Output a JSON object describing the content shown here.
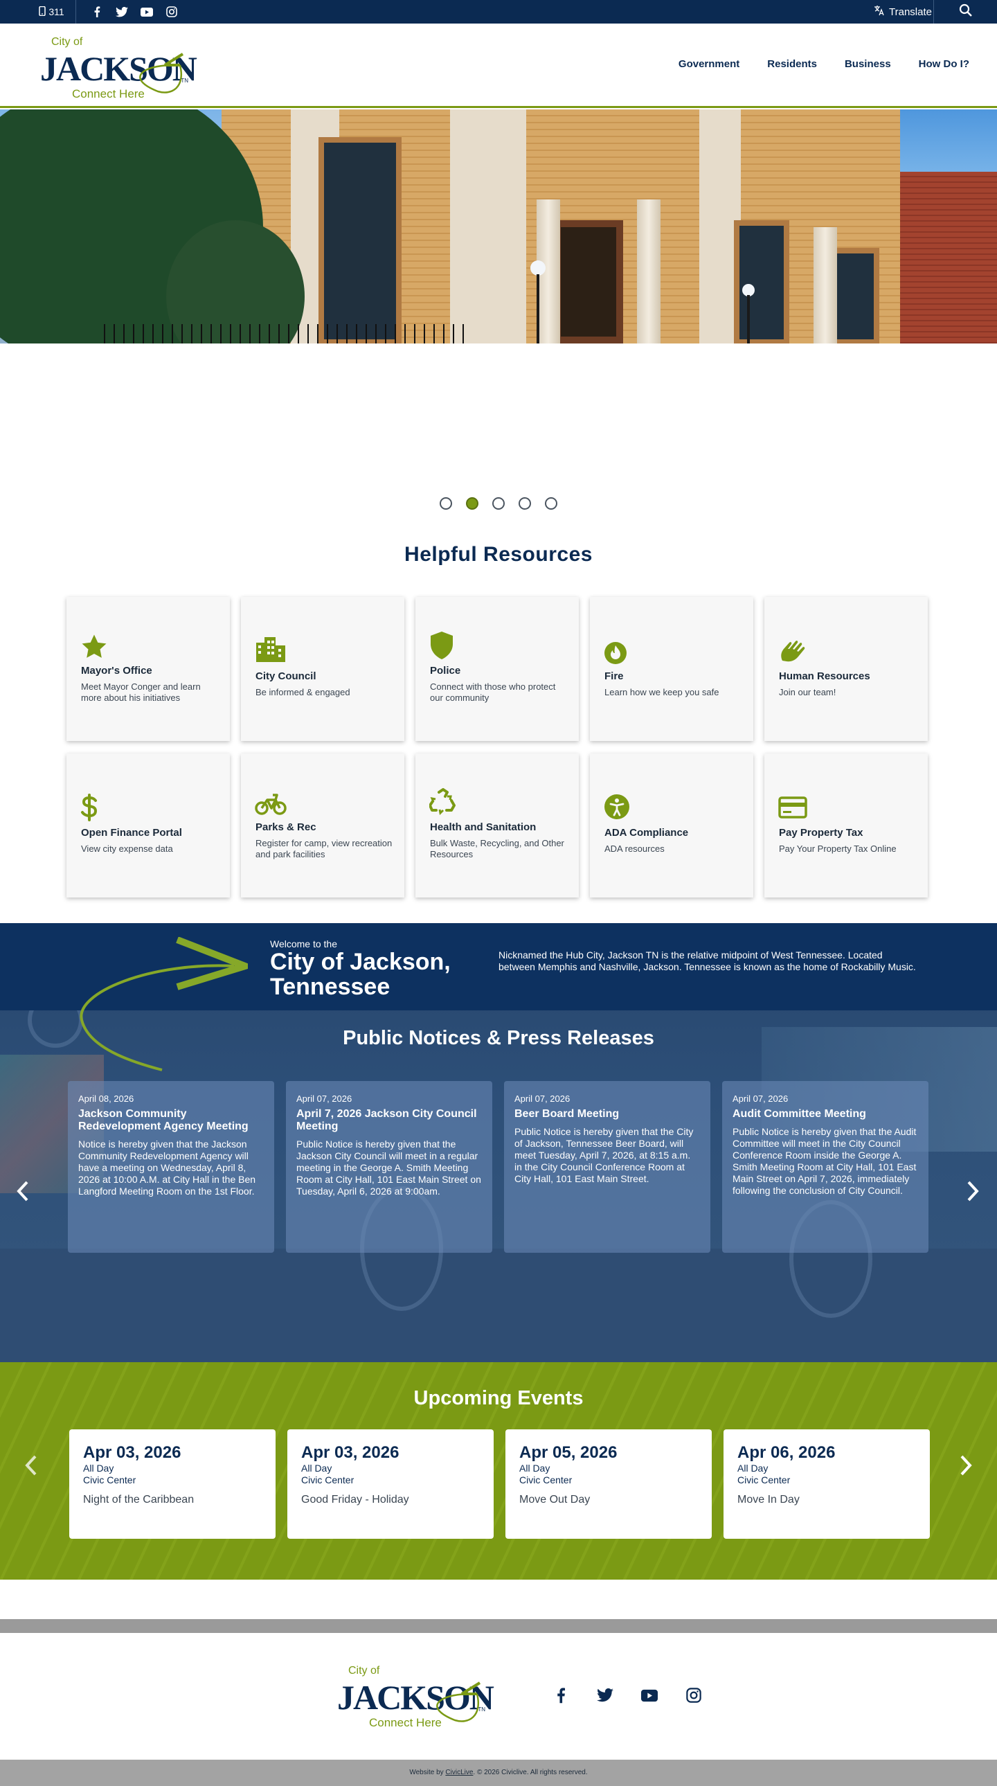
{
  "topbar": {
    "phone_label": "311",
    "translate_label": "Translate"
  },
  "logo": {
    "city_of": "City of",
    "name": "JACKSON",
    "tagline": "Connect Here",
    "state": "TN"
  },
  "nav": {
    "items": [
      "Government",
      "Residents",
      "Business",
      "How Do I?"
    ]
  },
  "slider": {
    "dot_count": 5,
    "active_index": 1
  },
  "resources": {
    "title": "Helpful Resources",
    "items": [
      {
        "title": "Mayor's Office",
        "desc": "Meet Mayor Conger and learn more about his initiatives",
        "icon": "star-icon"
      },
      {
        "title": "City Council",
        "desc": "Be informed & engaged",
        "icon": "city-icon"
      },
      {
        "title": "Police",
        "desc": "Connect with those who protect our community",
        "icon": "shield-icon"
      },
      {
        "title": "Fire",
        "desc": "Learn how we keep you safe",
        "icon": "fire-icon"
      },
      {
        "title": "Human Resources",
        "desc": "Join our team!",
        "icon": "hands-icon"
      },
      {
        "title": "Open Finance Portal",
        "desc": "View city expense data",
        "icon": "dollar-icon"
      },
      {
        "title": "Parks & Rec",
        "desc": "Register for camp, view recreation and park facilities",
        "icon": "bicycle-icon"
      },
      {
        "title": "Health and Sanitation",
        "desc": "Bulk Waste, Recycling, and Other Resources",
        "icon": "recycle-icon"
      },
      {
        "title": "ADA Compliance",
        "desc": "ADA resources",
        "icon": "accessibility-icon"
      },
      {
        "title": "Pay Property Tax",
        "desc": "Pay Your Property Tax Online",
        "icon": "credit-card-icon"
      }
    ]
  },
  "welcome": {
    "kicker": "Welcome to the",
    "headline": "City of Jackson, Tennessee",
    "text": "Nicknamed the Hub City, Jackson TN is the relative midpoint of West Tennessee. Located between Memphis and Nashville, Jackson. Tennessee is known as the home of Rockabilly Music."
  },
  "notices": {
    "title": "Public Notices & Press Releases",
    "items": [
      {
        "date": "April 08, 2026",
        "title": "Jackson Community Redevelopment Agency Meeting",
        "body": "Notice is hereby given that the Jackson Community Redevelopment Agency will have a meeting on Wednesday, April 8, 2026 at 10:00 A.M. at City Hall in the Ben Langford Meeting Room on the 1st Floor."
      },
      {
        "date": "April 07, 2026",
        "title": "April 7, 2026 Jackson City Council Meeting",
        "body": "Public Notice is hereby given that the Jackson City Council will meet in a regular meeting in the George A. Smith Meeting Room at City Hall, 101 East Main Street on Tuesday, April 6, 2026 at 9:00am."
      },
      {
        "date": "April 07, 2026",
        "title": "Beer Board Meeting",
        "body": "Public Notice is hereby given that the City of Jackson, Tennessee Beer Board, will meet Tuesday, April 7, 2026, at 8:15 a.m. in the City Council Conference Room at City Hall, 101 East Main Street."
      },
      {
        "date": "April 07, 2026",
        "title": "Audit Committee Meeting",
        "body": "Public Notice is hereby given that the Audit Committee will meet in the City Council Conference Room inside the George A. Smith Meeting Room at City Hall, 101 East Main Street on April 7, 2026, immediately following the conclusion of City Council."
      }
    ]
  },
  "events": {
    "title": "Upcoming Events",
    "items": [
      {
        "date": "Apr 03, 2026",
        "time": "All Day",
        "location": "Civic Center",
        "name": "Night of the Caribbean"
      },
      {
        "date": "Apr 03, 2026",
        "time": "All Day",
        "location": "Civic Center",
        "name": "Good Friday - Holiday"
      },
      {
        "date": "Apr 05, 2026",
        "time": "All Day",
        "location": "Civic Center",
        "name": "Move Out Day"
      },
      {
        "date": "Apr 06, 2026",
        "time": "All Day",
        "location": "Civic Center",
        "name": "Move In Day"
      }
    ]
  },
  "footer": {
    "credit_prefix": "Website by ",
    "credit_link": "CivicLive",
    "credit_suffix": ". © 2026 Civiclive. All rights reserved."
  },
  "colors": {
    "navy": "#0b2a52",
    "green": "#7b9a14",
    "white": "#ffffff"
  }
}
